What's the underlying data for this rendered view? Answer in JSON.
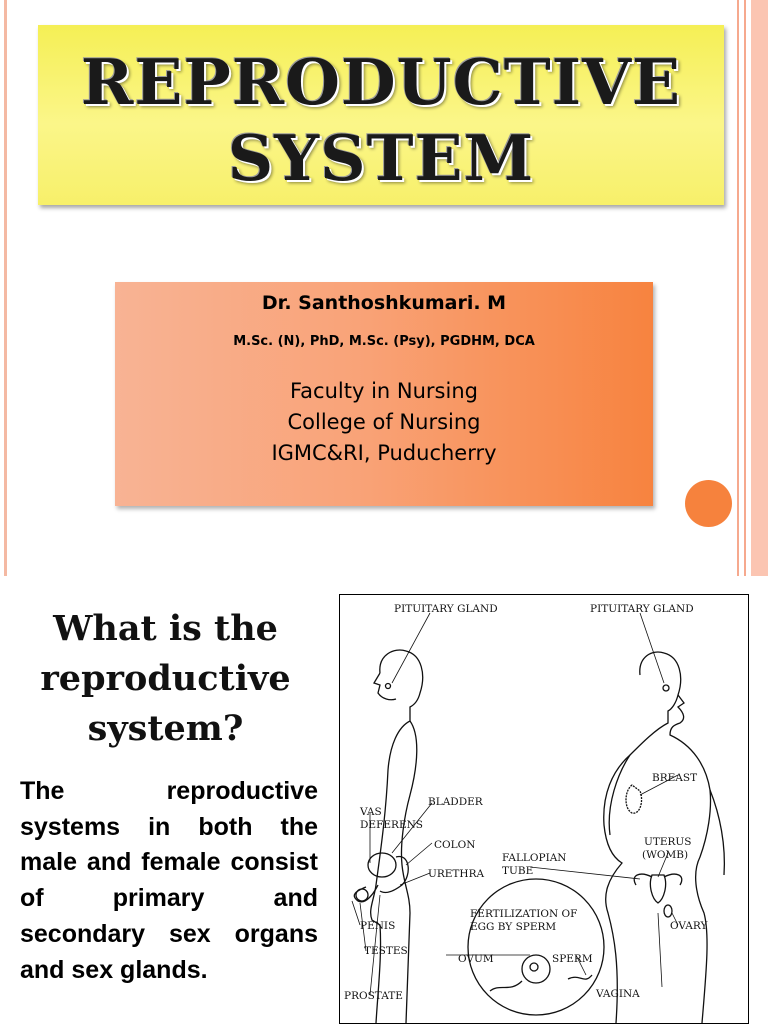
{
  "slide1": {
    "title_line1": "REPRODUCTIVE",
    "title_line2": "SYSTEM",
    "author": {
      "name": "Dr. Santhoshkumari. M",
      "qualifications": "M.Sc. (N), PhD, M.Sc. (Psy), PGDHM, DCA",
      "affiliation_line1": "Faculty in Nursing",
      "affiliation_line2": "College of Nursing",
      "affiliation_line3": "IGMC&RI, Puducherry"
    },
    "colors": {
      "title_bg": "#f7f06a",
      "author_bg_start": "#f8b394",
      "author_bg_end": "#f7833f",
      "accent_dot": "#f6823d",
      "side_band": "#fbc5b2"
    }
  },
  "slide2": {
    "heading": [
      "What is the",
      "reproductive",
      "system?"
    ],
    "body": "The reproductive systems in both the male and female consist of primary and secondary sex organs and sex glands.",
    "diagram": {
      "labels": {
        "pituitary_male": "PITUITARY GLAND",
        "pituitary_female": "PITUITARY GLAND",
        "breast": "BREAST",
        "vas_deferens_1": "VAS",
        "vas_deferens_2": "DEFERENS",
        "bladder": "BLADDER",
        "colon": "COLON",
        "urethra": "URETHRA",
        "fallopian_1": "FALLOPIAN",
        "fallopian_2": "TUBE",
        "uterus_1": "UTERUS",
        "uterus_2": "(WOMB)",
        "penis": "PENIS",
        "testes": "TESTES",
        "fertilization_1": "FERTILIZATION OF",
        "fertilization_2": "EGG BY SPERM",
        "ovary": "OVARY",
        "ovum": "OVUM",
        "sperm": "SPERM",
        "prostate": "PROSTATE",
        "vagina": "VAGINA"
      }
    }
  }
}
